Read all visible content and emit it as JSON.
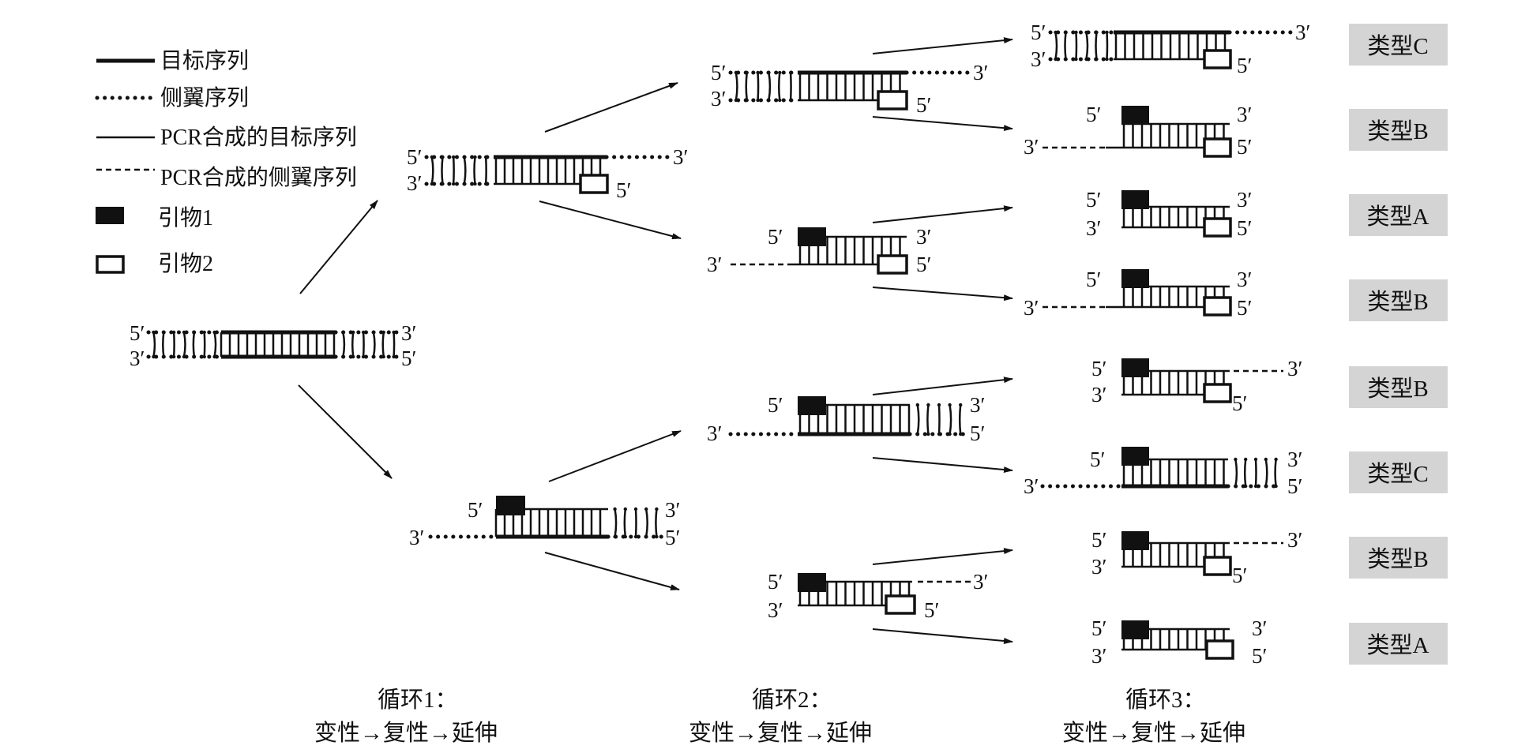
{
  "legend": {
    "items": [
      {
        "label": "目标序列",
        "symbol": "thick-solid-line"
      },
      {
        "label": "侧翼序列",
        "symbol": "dotted-line"
      },
      {
        "label": "PCR合成的目标序列",
        "symbol": "thin-solid-line"
      },
      {
        "label": "PCR合成的侧翼序列",
        "symbol": "dashed-line"
      },
      {
        "label": "引物1",
        "symbol": "filled-box"
      },
      {
        "label": "引物2",
        "symbol": "open-box"
      }
    ]
  },
  "strand_labels": {
    "five_prime": "5′",
    "three_prime": "3′"
  },
  "cycles": [
    {
      "title": "循环1：",
      "steps": "变性→复性→延伸"
    },
    {
      "title": "循环2：",
      "steps": "变性→复性→延伸"
    },
    {
      "title": "循环3：",
      "steps": "变性→复性→延伸"
    }
  ],
  "product_types": [
    "类型C",
    "类型B",
    "类型A",
    "类型B",
    "类型B",
    "类型C",
    "类型B",
    "类型A"
  ],
  "colors": {
    "ink": "#111111",
    "type_box": "#d4d4d4",
    "primer1": "#111111",
    "primer2": "#ffffff"
  }
}
